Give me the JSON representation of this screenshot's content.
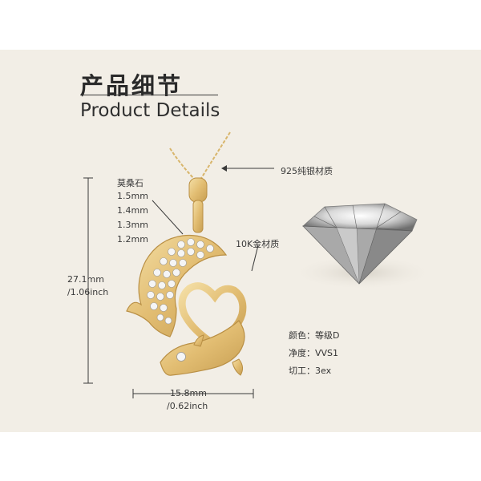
{
  "title": {
    "cn": "产品细节",
    "en": "Product Details"
  },
  "annotations": {
    "chain": "925纯银材质",
    "stone_label": "莫桑石",
    "stone_sizes": [
      "1.5mm",
      "1.4mm",
      "1.3mm",
      "1.2mm"
    ],
    "body": "10K金材质",
    "height_mm": "27.1mm",
    "height_in": "/1.06inch",
    "width_mm": "15.8mm",
    "width_in": "/0.62inch"
  },
  "specs": {
    "color": "颜色：等级D",
    "clarity": "净度：VVS1",
    "cut": "切工：3ex"
  },
  "colors": {
    "background": "#f2eee6",
    "gold": "#e8c983",
    "gold_dark": "#c9a45a",
    "text": "#2b2b2b"
  }
}
